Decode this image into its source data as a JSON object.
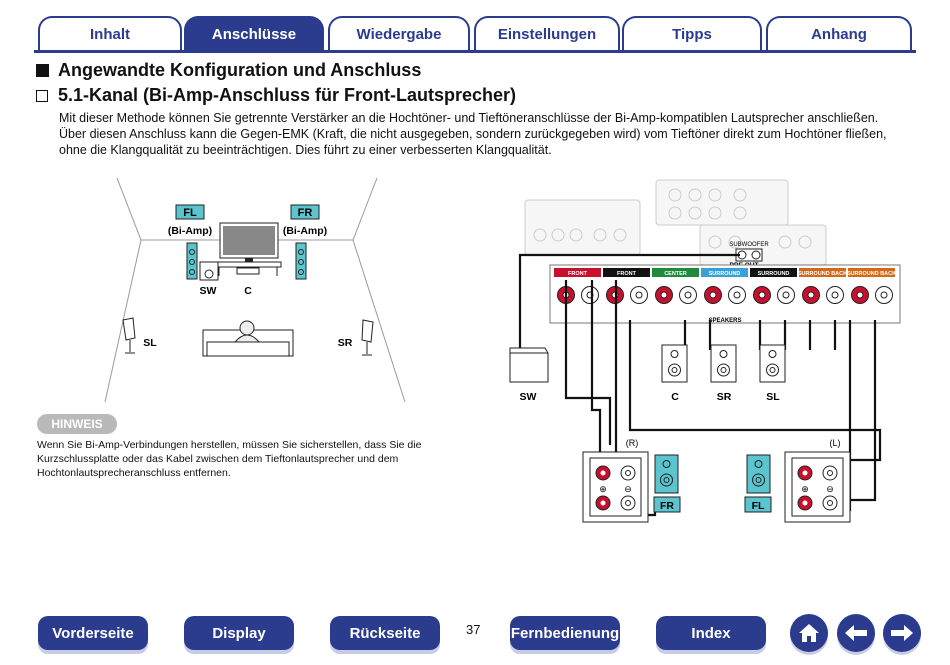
{
  "tabs": [
    {
      "label": "Inhalt",
      "active": false
    },
    {
      "label": "Anschlüsse",
      "active": true
    },
    {
      "label": "Wiedergabe",
      "active": false
    },
    {
      "label": "Einstellungen",
      "active": false
    },
    {
      "label": "Tipps",
      "active": false
    },
    {
      "label": "Anhang",
      "active": false
    }
  ],
  "heading": "Angewandte Konfiguration und Anschluss",
  "subheading": "5.1-Kanal (Bi-Amp-Anschluss für Front-Lautsprecher)",
  "paragraph": [
    "Mit dieser Methode können Sie getrennte Verstärker an die Hochtöner- und Tieftöneranschlüsse der Bi-Amp-kompatiblen Lautsprecher anschließen.",
    "Über diesen Anschluss kann die Gegen-EMK (Kraft, die nicht ausgegeben, sondern zurückgegeben wird) vom Tieftöner direkt zum Hochtöner fließen,",
    "ohne die Klangqualität zu beeinträchtigen. Dies führt zu einer verbesserten Klangqualität."
  ],
  "room": {
    "fl": "FL",
    "fr": "FR",
    "biamp_left": "(Bi-Amp)",
    "biamp_right": "(Bi-Amp)",
    "sw": "SW",
    "c": "C",
    "sl": "SL",
    "sr": "SR"
  },
  "note": {
    "badge": "HINWEIS",
    "lines": [
      "Wenn Sie Bi-Amp-Verbindungen herstellen, müssen Sie sicherstellen, dass Sie die",
      "Kurzschlussplatte oder das Kabel zwischen dem Tieftonlautsprecher und dem",
      "Hochtonlautsprecheranschluss entfernen."
    ]
  },
  "wiring": {
    "terminals": [
      {
        "label": "FRONT",
        "color": "#c8102e"
      },
      {
        "label": "FRONT",
        "color": "#111111"
      },
      {
        "label": "CENTER",
        "color": "#1f8a3c"
      },
      {
        "label": "SURROUND",
        "color": "#3aa0d8"
      },
      {
        "label": "SURROUND",
        "color": "#111111"
      },
      {
        "label": "SURROUND BACK",
        "color": "#d4691a"
      },
      {
        "label": "SURROUND BACK",
        "color": "#d4691a"
      }
    ],
    "speakers_text": "SPEAKERS",
    "pre_out": "PRE OUT",
    "subwoofer_label": "SUBWOOFER",
    "sw": "SW",
    "c": "C",
    "sr": "SR",
    "sl": "SL",
    "right_channel": "(R)",
    "left_channel": "(L)",
    "fr": "FR",
    "fl": "FL",
    "plus": "⊕",
    "minus": "⊖"
  },
  "footer": {
    "buttons": [
      "Vorderseite",
      "Display",
      "Rückseite",
      "Fernbedienung",
      "Index"
    ],
    "page_number": "37",
    "icons": [
      "home-icon",
      "arrow-left-icon",
      "arrow-right-icon"
    ]
  },
  "colors": {
    "brand": "#2b3c8f",
    "speaker_cyan": "#5bc4cf",
    "terminal_red": "#c8102e"
  }
}
